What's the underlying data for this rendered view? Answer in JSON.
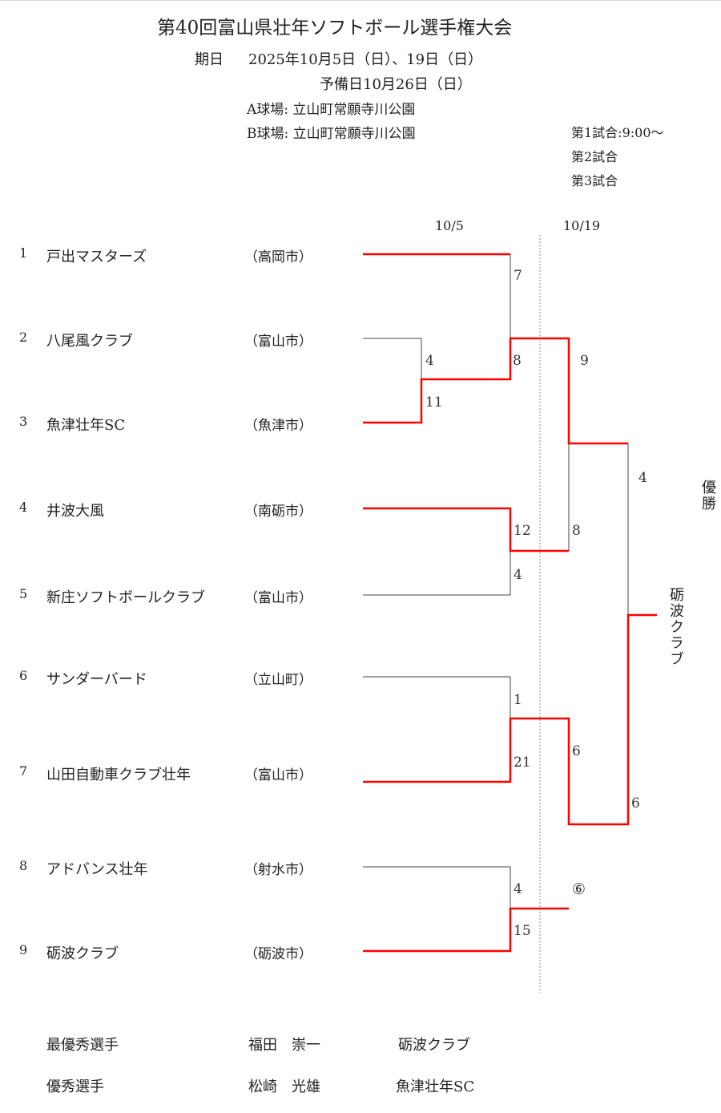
{
  "title": "第40回富山県壮年ソフトボール選手権大会",
  "dates_label": "期日",
  "dates": "2025年10月5日（日）、19日（日）",
  "reserve": "予備日10月26日（日）",
  "venue_a": "A球場: 立山町常願寺川公園",
  "venue_b": "B球場: 立山町常願寺川公園",
  "games": [
    "第1試合:9:00〜",
    "第2試合",
    "第3試合"
  ],
  "round_dates": [
    "10/5",
    "10/19"
  ],
  "teams": [
    {
      "no": "1",
      "name": "戸出マスターズ",
      "city": "（高岡市）"
    },
    {
      "no": "2",
      "name": "八尾風クラブ",
      "city": "（富山市）"
    },
    {
      "no": "3",
      "name": "魚津壮年SC",
      "city": "（魚津市）"
    },
    {
      "no": "4",
      "name": "井波大風",
      "city": "（南砺市）"
    },
    {
      "no": "5",
      "name": "新庄ソフトボールクラブ",
      "city": "（富山市）"
    },
    {
      "no": "6",
      "name": "サンダーバード",
      "city": "（立山町）"
    },
    {
      "no": "7",
      "name": "山田自動車クラブ壮年",
      "city": "（富山市）"
    },
    {
      "no": "8",
      "name": "アドバンス壮年",
      "city": "（射水市）"
    },
    {
      "no": "9",
      "name": "砺波クラブ",
      "city": "（砺波市）"
    }
  ],
  "scores": {
    "r1_2": "4",
    "r1_3": "11",
    "q1_1": "7",
    "q1_w": "8",
    "q2_4": "12",
    "q2_5": "4",
    "s1_top": "9",
    "s1_bot": "8",
    "q3_6": "1",
    "q3_7": "21",
    "q4_8": "4",
    "q4_9": "15",
    "s2_top": "6",
    "s2_bot": "⑥",
    "f_top": "4",
    "f_bot": "6"
  },
  "champion_label": "優勝",
  "champion": "砺波クラブ",
  "awards": [
    {
      "title": "最優秀選手",
      "name": "福田　崇一",
      "team": "砺波クラブ"
    },
    {
      "title": "優秀選手",
      "name": "松崎　光雄",
      "team": "魚津壮年SC"
    }
  ],
  "colors": {
    "winner": "#ff0000",
    "line": "#444444"
  }
}
